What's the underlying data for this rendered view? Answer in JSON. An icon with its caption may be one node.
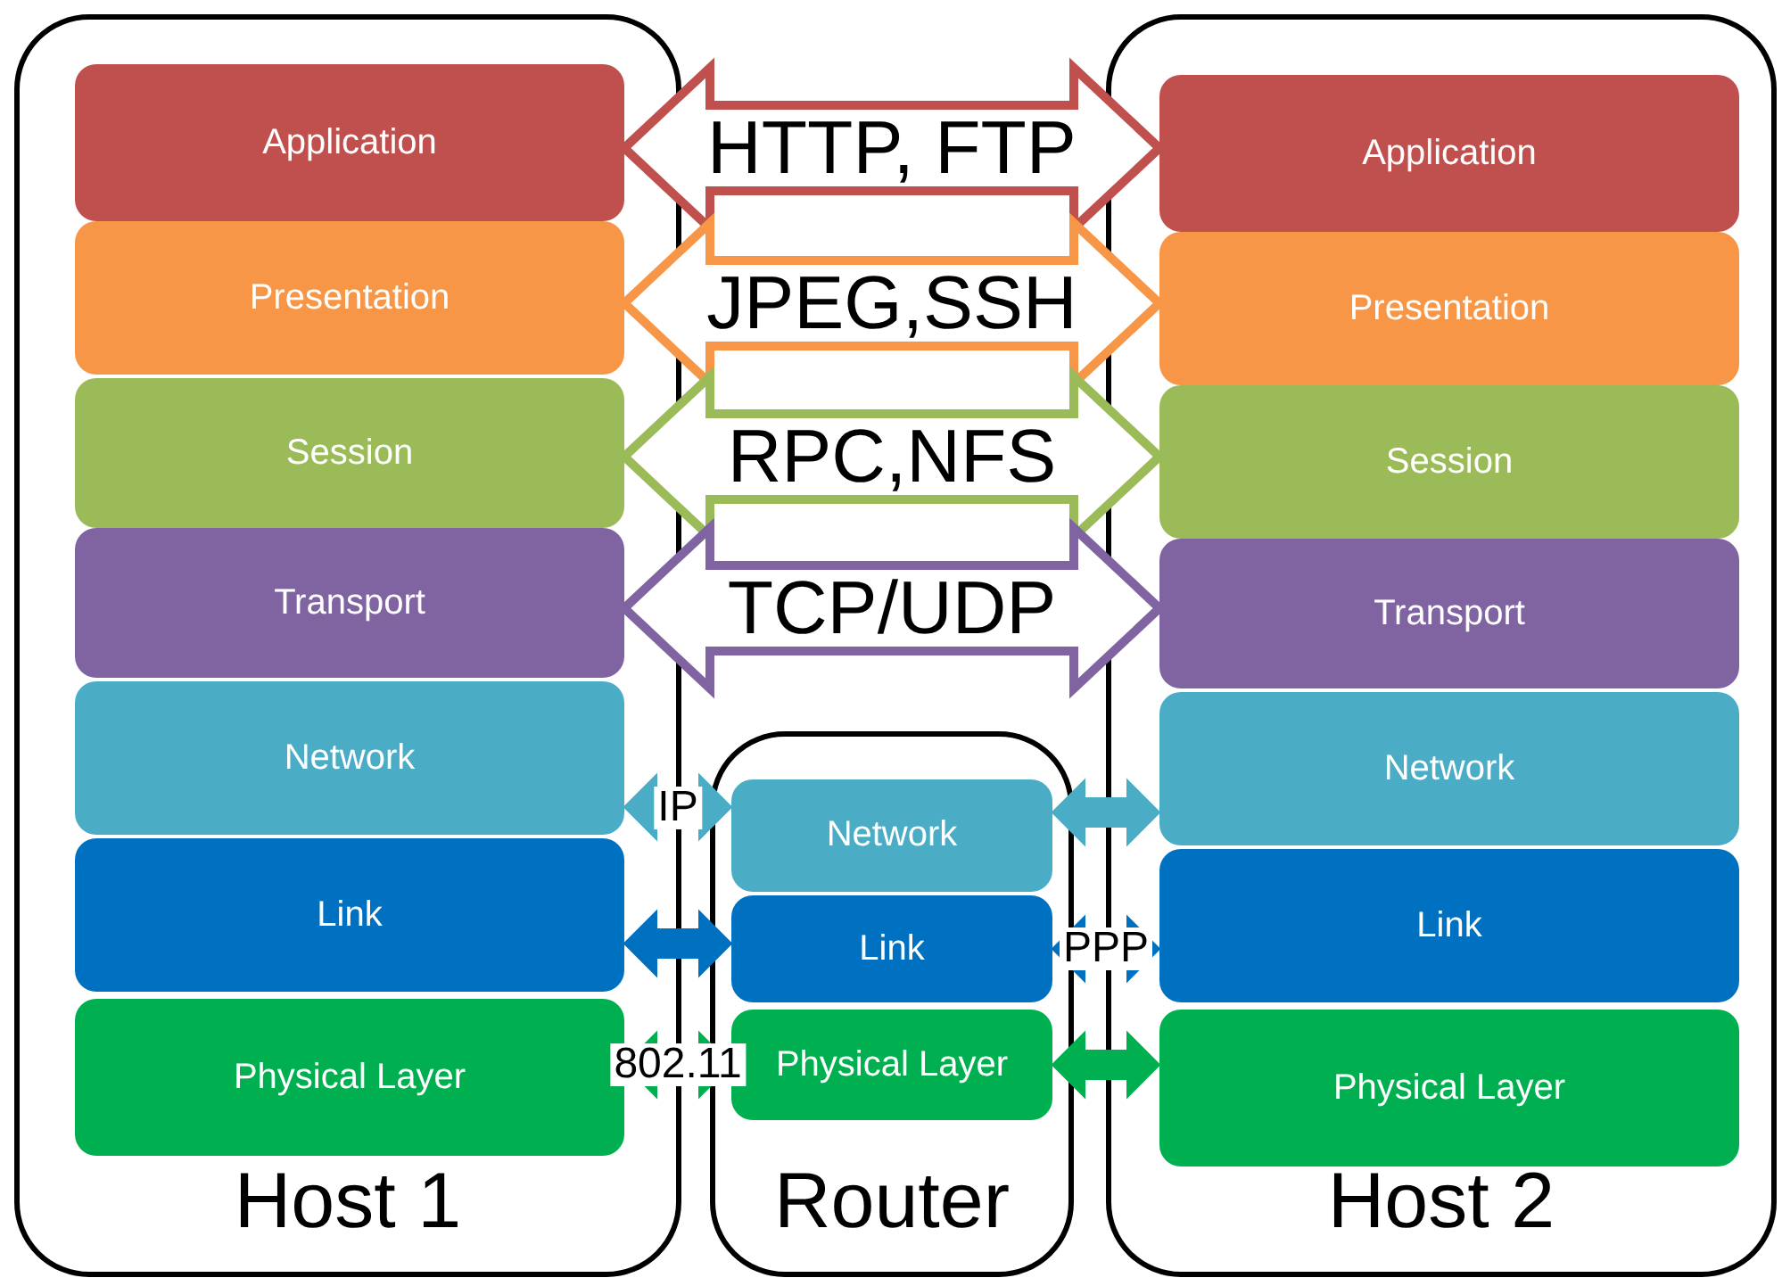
{
  "diagram": {
    "nodes": [
      {
        "text": [
          "Host 1"
        ]
      },
      {
        "text": [
          "Application"
        ],
        "in": 0
      },
      {
        "text": [
          "Presentation"
        ],
        "in": 0
      },
      {
        "text": [
          "Session"
        ],
        "in": 0
      },
      {
        "text": [
          "Transport"
        ],
        "in": 0
      },
      {
        "text": [
          "Network"
        ],
        "in": 0
      },
      {
        "text": [
          "Link"
        ],
        "in": 0
      },
      {
        "text": [
          "Physical Layer"
        ],
        "in": 0
      },
      {
        "text": [
          "Router"
        ]
      },
      {
        "text": [
          "Network"
        ],
        "in": 8
      },
      {
        "text": [
          "Link"
        ],
        "in": 8
      },
      {
        "text": [
          "Physical Layer"
        ],
        "in": 8
      },
      {
        "text": [
          "Host 2"
        ]
      },
      {
        "text": [
          "Application"
        ],
        "in": 12
      },
      {
        "text": [
          "Presentation"
        ],
        "in": 12
      },
      {
        "text": [
          "Session"
        ],
        "in": 12
      },
      {
        "text": [
          "Transport"
        ],
        "in": 12
      },
      {
        "text": [
          "Network"
        ],
        "in": 12
      },
      {
        "text": [
          "Link"
        ],
        "in": 12
      },
      {
        "text": [
          "Physical Layer"
        ],
        "in": 12
      }
    ],
    "edges": [
      {
        "from": 1,
        "to": 13,
        "arrow": "both",
        "label": "HTTP, FTP",
        "style": "thick",
        "color": "#c0504d"
      },
      {
        "from": 2,
        "to": 14,
        "arrow": "both",
        "label": "JPEG,SSH",
        "style": "thick",
        "color": "#f79646"
      },
      {
        "from": 3,
        "to": 15,
        "arrow": "both",
        "label": "RPC,NFS",
        "style": "thick",
        "color": "#9bbb59"
      },
      {
        "from": 4,
        "to": 16,
        "arrow": "both",
        "label": "TCP/UDP",
        "style": "thick",
        "color": "#8064a2"
      },
      {
        "from": 5,
        "to": 9,
        "arrow": "both",
        "label": "IP",
        "color": "#4bacc6"
      },
      {
        "from": 6,
        "to": 10,
        "arrow": "both",
        "color": "#0070c0"
      },
      {
        "from": 7,
        "to": 11,
        "arrow": "both",
        "label": "802.11",
        "color": "#00b050"
      },
      {
        "from": 9,
        "to": 17,
        "arrow": "both",
        "color": "#4bacc6"
      },
      {
        "from": 10,
        "to": 18,
        "arrow": "both",
        "label": "PPP",
        "color": "#0070c0"
      },
      {
        "from": 11,
        "to": 19,
        "arrow": "both",
        "color": "#00b050"
      }
    ]
  }
}
